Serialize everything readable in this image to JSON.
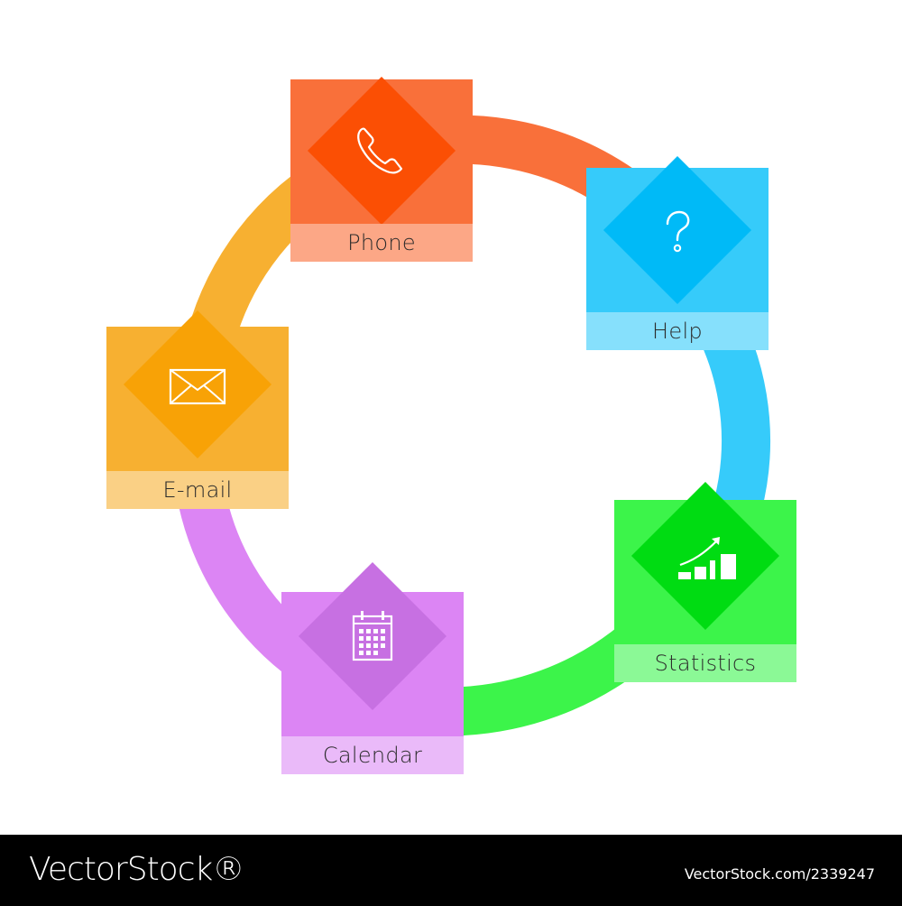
{
  "diagram": {
    "ring_segments": [
      {
        "from": "phone",
        "to": "help",
        "color": "#F9703A"
      },
      {
        "from": "help",
        "to": "statistics",
        "color": "#36CBFA"
      },
      {
        "from": "statistics",
        "to": "calendar",
        "color": "#3CF44A"
      },
      {
        "from": "calendar",
        "to": "email",
        "color": "#DC85F4"
      },
      {
        "from": "email",
        "to": "phone",
        "color": "#F7B031"
      }
    ],
    "nodes": [
      {
        "id": "phone",
        "label": "Phone",
        "icon": "phone-icon",
        "colors": {
          "tile": "#F9703A",
          "diamond": "#FB4F04",
          "label_bg": "#FCA786"
        }
      },
      {
        "id": "help",
        "label": "Help",
        "icon": "question-icon",
        "colors": {
          "tile": "#36CBFA",
          "diamond": "#00BAF7",
          "label_bg": "#86E0FC"
        }
      },
      {
        "id": "statistics",
        "label": "Statistics",
        "icon": "bar-chart-icon",
        "colors": {
          "tile": "#3CF44A",
          "diamond": "#00DC12",
          "label_bg": "#8BF996"
        }
      },
      {
        "id": "calendar",
        "label": "Calendar",
        "icon": "calendar-icon",
        "colors": {
          "tile": "#DC85F4",
          "diamond": "#C770E2",
          "label_bg": "#EABAF9"
        }
      },
      {
        "id": "email",
        "label": "E-mail",
        "icon": "envelope-icon",
        "colors": {
          "tile": "#F7B031",
          "diamond": "#F8A206",
          "label_bg": "#FAD085"
        }
      }
    ]
  },
  "footer": {
    "brand": "VectorStock®",
    "image_id": "VectorStock.com/2339247"
  }
}
